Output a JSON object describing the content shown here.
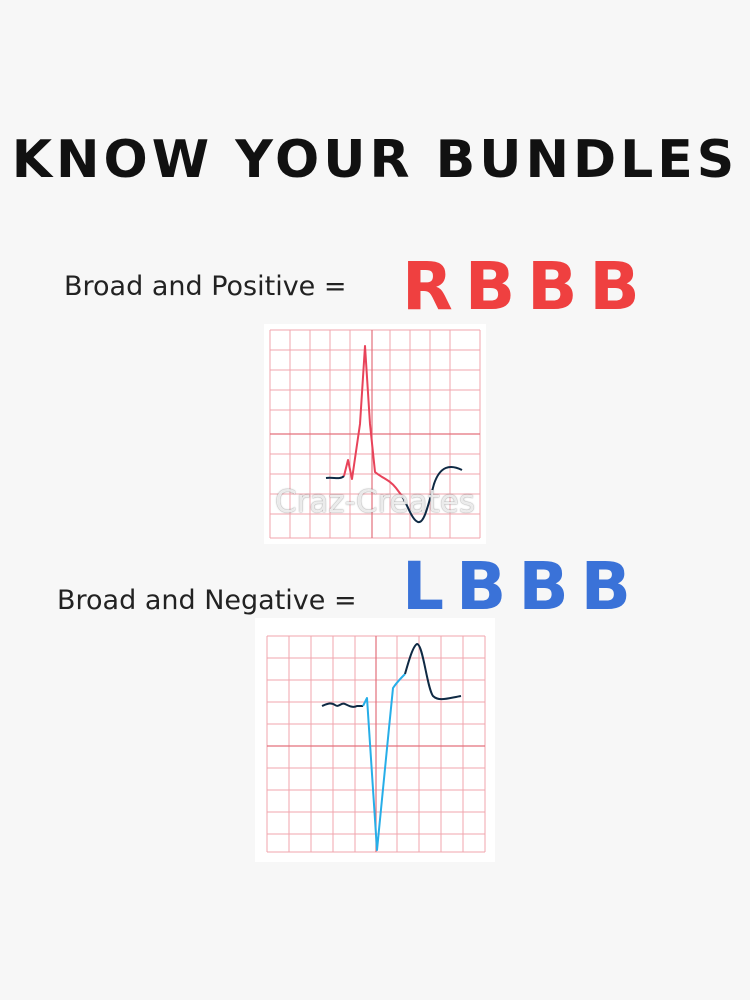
{
  "title": "KNOW YOUR BUNDLES",
  "rbbb": {
    "caption": "Broad and Positive =",
    "badge": "RBBB",
    "color": "#ef4040",
    "ecg_color": "#e8435a"
  },
  "lbbb": {
    "caption": "Broad and Negative =",
    "badge": "LBBB",
    "color": "#3a72d8",
    "ecg_color": "#27aee8"
  },
  "watermark": "Craz-Creates",
  "colors": {
    "grid": "#f0a6ae",
    "grid_axis": "#e3707c",
    "trace_dark": "#0f2a44",
    "background": "#f7f7f7"
  }
}
